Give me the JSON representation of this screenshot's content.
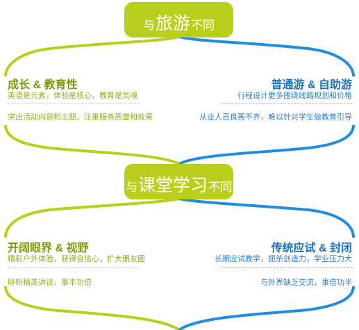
{
  "colors": {
    "green": "#b9cf1b",
    "blue": "#1f8ee0",
    "green_text": "#7a9a0a",
    "blue_text": "#1d71c2"
  },
  "section1": {
    "pill": {
      "prefix": "与",
      "main": "旅游",
      "suffix": "不同"
    },
    "left": {
      "title": "成长 & 教育性",
      "subtitle": "英语是元素，体验是核心，教育是灵魂",
      "detail": "突出活动内容和主题，注重服务质量和效果"
    },
    "right": {
      "title": "普通游 & 自助游",
      "subtitle": "行程设计更多围绕线路规划和价格",
      "detail": "从业人员良莠不齐，难以针对学生做教育引导"
    }
  },
  "section2": {
    "pill": {
      "prefix": "与",
      "main": "课堂学习",
      "suffix": "不同"
    },
    "left": {
      "title": "开阔眼界 & 视野",
      "subtitle": "精彩户外体验，获得自信心，扩大朋友圈",
      "detail": "聆听精英讲谈，事半功倍"
    },
    "right": {
      "title": "传统应试 & 封闭",
      "subtitle": "长期应试教学，扼杀创造力，学业压力大",
      "detail": "与外界缺乏交流，事倍功半"
    }
  }
}
